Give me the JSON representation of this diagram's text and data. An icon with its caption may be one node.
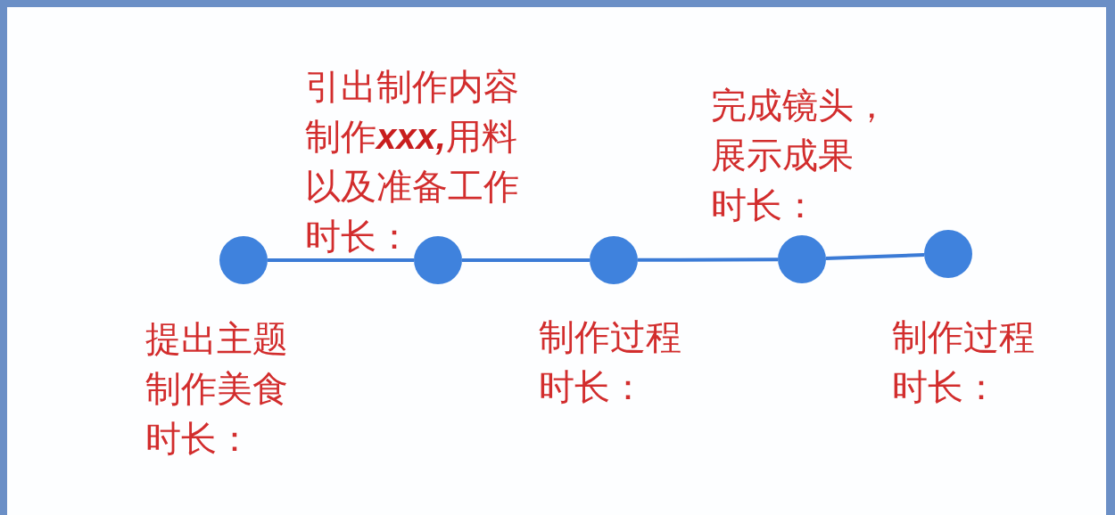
{
  "diagram": {
    "nodes": [
      {
        "text": [],
        "shape": "circle",
        "beside": [
          "提出主题",
          "制作美食",
          "时长："
        ]
      },
      {
        "text": [],
        "shape": "circle",
        "beside": [
          "引出制作内容",
          "制作**xxx,**用料以及准备工作",
          "时长："
        ]
      },
      {
        "text": [],
        "shape": "circle",
        "beside": [
          "制作过程",
          "时长："
        ]
      },
      {
        "text": [],
        "shape": "circle",
        "beside": [
          "完成镜头，展示成果",
          "时长："
        ]
      },
      {
        "text": [],
        "shape": "circle",
        "beside": [
          "制作过程",
          "时长："
        ]
      }
    ],
    "edges": [
      {
        "from": 0,
        "to": 1,
        "arrow": "none"
      },
      {
        "from": 1,
        "to": 2,
        "arrow": "none"
      },
      {
        "from": 2,
        "to": 3,
        "arrow": "none"
      },
      {
        "from": 3,
        "to": 4,
        "arrow": "none"
      }
    ]
  }
}
